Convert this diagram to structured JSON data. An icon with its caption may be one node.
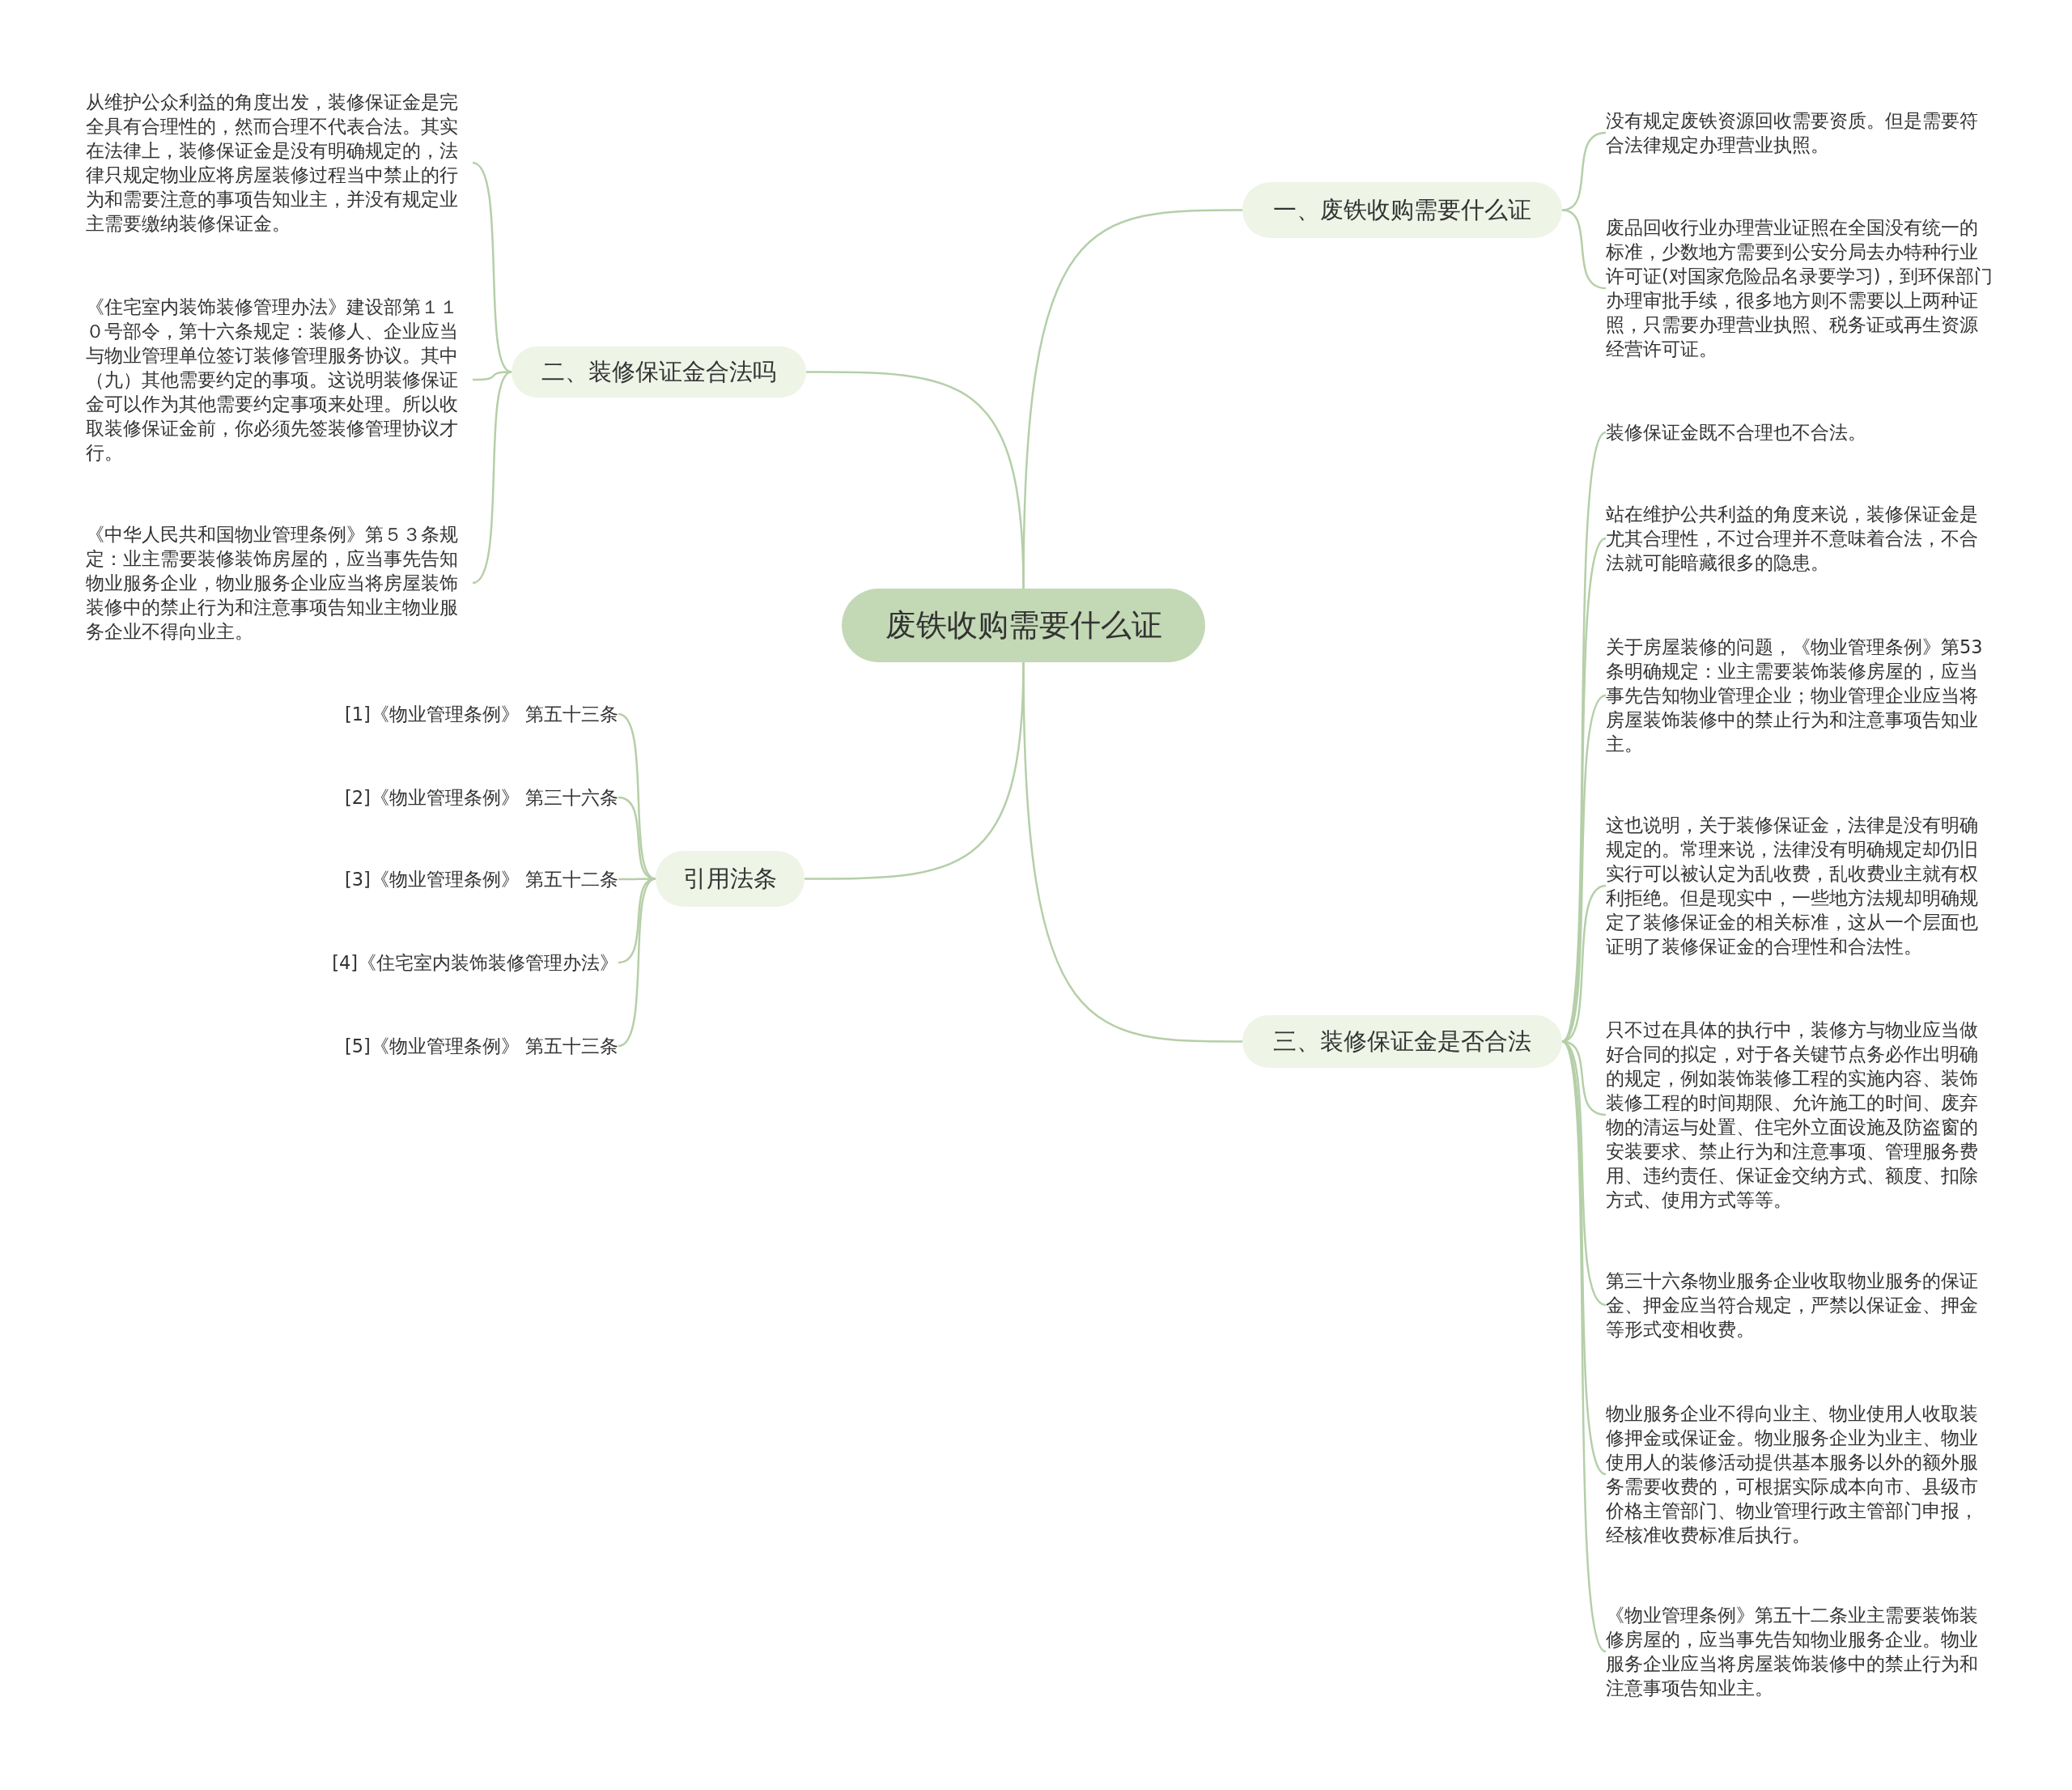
{
  "diagram": {
    "nodes": [
      {
        "text": [
          "废铁收购需要什么证"
        ]
      },
      {
        "text": [
          "一、废铁收购需要什么证"
        ]
      },
      {
        "text": [
          "没有规定废铁资源回收需要资质。但是需要符合法律规定办理营业执照。"
        ]
      },
      {
        "text": [
          "废品回收行业办理营业证照在全国没有统一的标准，少数地方需要到公安分局去办特种行业许可证(对国家危险品名录要学习)，到环保部门办理审批手续，很多地方则不需要以上两种证照，只需要办理营业执照、税务证或再生资源经营许可证。"
        ]
      },
      {
        "text": [
          "二、装修保证金合法吗"
        ]
      },
      {
        "text": [
          "从维护公众利益的角度出发，装修保证金是完全具有合理性的，然而合理不代表合法。其实在法律上，装修保证金是没有明确规定的，法律只规定物业应将房屋装修过程当中禁止的行为和需要注意的事项告知业主，并没有规定业主需要缴纳装修保证金。"
        ]
      },
      {
        "text": [
          "《住宅室内装饰装修管理办法》建设部第１１０号部令，第十六条规定：装修人、企业应当与物业管理单位签订装修管理服务协议。其中（九）其他需要约定的事项。这说明装修保证金可以作为其他需要约定事项来处理。所以收取装修保证金前，你必须先签装修管理协议才行。"
        ]
      },
      {
        "text": [
          "《中华人民共和国物业管理条例》第５３条规定：业主需要装修装饰房屋的，应当事先告知物业服务企业，物业服务企业应当将房屋装饰装修中的禁止行为和注意事项告知业主物业服务企业不得向业主。"
        ]
      },
      {
        "text": [
          "引用法条"
        ]
      },
      {
        "text": [
          "[1]《物业管理条例》 第五十三条"
        ]
      },
      {
        "text": [
          "[2]《物业管理条例》 第三十六条"
        ]
      },
      {
        "text": [
          "[3]《物业管理条例》 第五十二条"
        ]
      },
      {
        "text": [
          "[4]《住宅室内装饰装修管理办法》"
        ]
      },
      {
        "text": [
          "[5]《物业管理条例》 第五十三条"
        ]
      },
      {
        "text": [
          "三、装修保证金是否合法"
        ]
      },
      {
        "text": [
          "装修保证金既不合理也不合法。"
        ]
      },
      {
        "text": [
          "站在维护公共利益的角度来说，装修保证金是尤其合理性，不过合理并不意味着合法，不合法就可能暗藏很多的隐患。"
        ]
      },
      {
        "text": [
          "关于房屋装修的问题，《物业管理条例》第53条明确规定：业主需要装饰装修房屋的，应当事先告知物业管理企业；物业管理企业应当将房屋装饰装修中的禁止行为和注意事项告知业主。"
        ]
      },
      {
        "text": [
          "这也说明，关于装修保证金，法律是没有明确规定的。常理来说，法律没有明确规定却仍旧实行可以被认定为乱收费，乱收费业主就有权利拒绝。但是现实中，一些地方法规却明确规定了装修保证金的相关标准，这从一个层面也证明了装修保证金的合理性和合法性。"
        ]
      },
      {
        "text": [
          "只不过在具体的执行中，装修方与物业应当做好合同的拟定，对于各关键节点务必作出明确的规定，例如装饰装修工程的实施内容、装饰装修工程的时间期限、允许施工的时间、废弃物的清运与处置、住宅外立面设施及防盗窗的安装要求、禁止行为和注意事项、管理服务费用、违约责任、保证金交纳方式、额度、扣除方式、使用方式等等。"
        ]
      },
      {
        "text": [
          "第三十六条物业服务企业收取物业服务的保证金、押金应当符合规定，严禁以保证金、押金等形式变相收费。"
        ]
      },
      {
        "text": [
          "物业服务企业不得向业主、物业使用人收取装修押金或保证金。物业服务企业为业主、物业使用人的装修活动提供基本服务以外的额外服务需要收费的，可根据实际成本向市、县级市价格主管部门、物业管理行政主管部门申报，经核准收费标准后执行。"
        ]
      },
      {
        "text": [
          "《物业管理条例》第五十二条业主需要装饰装修房屋的，应当事先告知物业服务企业。物业服务企业应当将房屋装饰装修中的禁止行为和注意事项告知业主。"
        ]
      }
    ],
    "edges": [
      {
        "from": 0,
        "to": 1,
        "arrow": "none"
      },
      {
        "from": 0,
        "to": 4,
        "arrow": "none"
      },
      {
        "from": 0,
        "to": 8,
        "arrow": "none"
      },
      {
        "from": 0,
        "to": 14,
        "arrow": "none"
      },
      {
        "from": 1,
        "to": 2,
        "arrow": "none"
      },
      {
        "from": 1,
        "to": 3,
        "arrow": "none"
      },
      {
        "from": 4,
        "to": 5,
        "arrow": "none"
      },
      {
        "from": 4,
        "to": 6,
        "arrow": "none"
      },
      {
        "from": 4,
        "to": 7,
        "arrow": "none"
      },
      {
        "from": 8,
        "to": 9,
        "arrow": "none"
      },
      {
        "from": 8,
        "to": 10,
        "arrow": "none"
      },
      {
        "from": 8,
        "to": 11,
        "arrow": "none"
      },
      {
        "from": 8,
        "to": 12,
        "arrow": "none"
      },
      {
        "from": 8,
        "to": 13,
        "arrow": "none"
      },
      {
        "from": 14,
        "to": 15,
        "arrow": "none"
      },
      {
        "from": 14,
        "to": 16,
        "arrow": "none"
      },
      {
        "from": 14,
        "to": 17,
        "arrow": "none"
      },
      {
        "from": 14,
        "to": 18,
        "arrow": "none"
      },
      {
        "from": 14,
        "to": 19,
        "arrow": "none"
      },
      {
        "from": 14,
        "to": 20,
        "arrow": "none"
      },
      {
        "from": 14,
        "to": 21,
        "arrow": "none"
      },
      {
        "from": 14,
        "to": 22,
        "arrow": "none"
      }
    ]
  }
}
